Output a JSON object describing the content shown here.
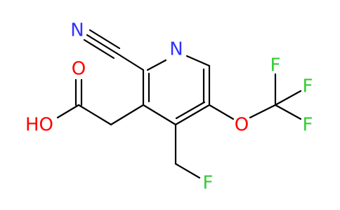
{
  "molecule": {
    "atoms": {
      "nitrile_n": {
        "label": "N",
        "color": "#3232ff"
      },
      "ring_n": {
        "label": "N",
        "color": "#3232ff"
      },
      "acid_oh": {
        "label": "HO",
        "color": "#ff0000"
      },
      "acid_o": {
        "label": "O",
        "color": "#ff0000"
      },
      "ether_o": {
        "label": "O",
        "color": "#ff0000"
      },
      "cf3_f_top": {
        "label": "F",
        "color": "#33cc33"
      },
      "cf3_f_right": {
        "label": "F",
        "color": "#33cc33"
      },
      "cf3_f_bottom": {
        "label": "F",
        "color": "#33cc33"
      },
      "ch2f_f": {
        "label": "F",
        "color": "#33cc33"
      }
    },
    "bond_color": "#000000",
    "background": "#ffffff"
  }
}
